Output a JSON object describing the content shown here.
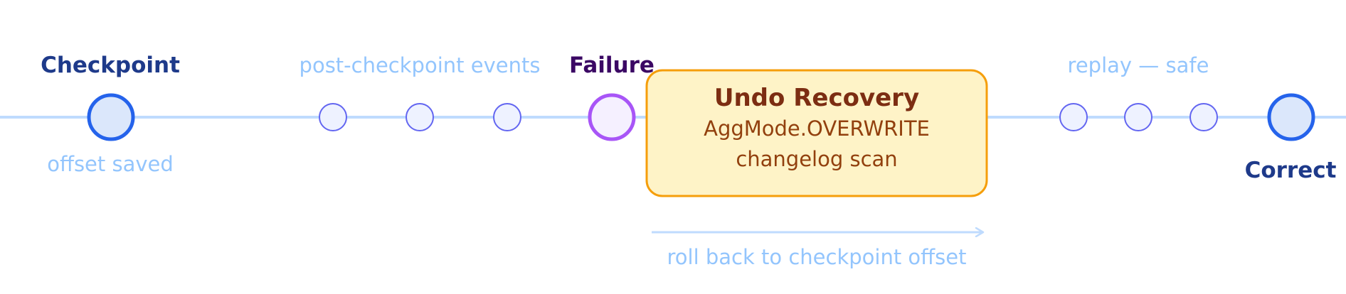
{
  "colors": {
    "timeline": "#bfdbfe",
    "pale_text": "#93c5fd",
    "checkpoint_title": "#1e3a8a",
    "failure_title": "#3b0764",
    "failure_stroke": "#a855f7",
    "failure_fill": "#f5f0ff",
    "milestone_stroke": "#2563eb",
    "milestone_fill": "#dbe7fb",
    "event_stroke": "#6366f1",
    "event_fill": "#eef2ff",
    "box_fill": "#fef3c7",
    "box_stroke": "#f59e0b",
    "box_text": "#7c2d12",
    "box_subtext": "#92400e"
  },
  "checkpoint": {
    "title": "Checkpoint",
    "caption": "offset saved"
  },
  "post_events": {
    "caption": "post-checkpoint events"
  },
  "failure": {
    "title": "Failure"
  },
  "recovery": {
    "title": "Undo Recovery",
    "line1": "AggMode.OVERWRITE",
    "line2": "changelog scan",
    "arrow_caption": "roll back to checkpoint offset"
  },
  "replay": {
    "caption": "replay — safe"
  },
  "correct": {
    "title": "Correct"
  }
}
